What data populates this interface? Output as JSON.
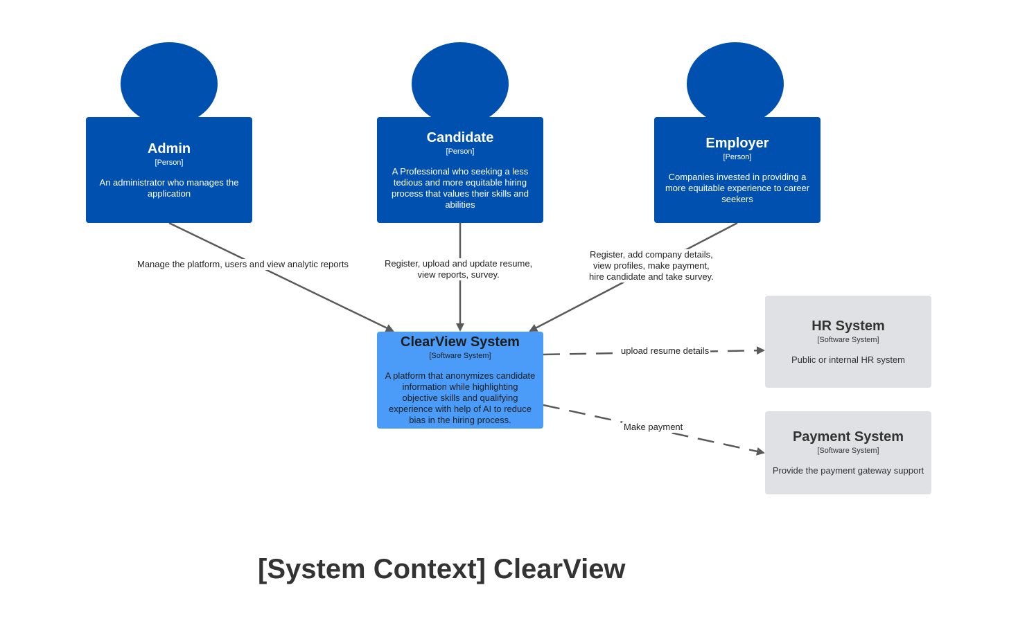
{
  "title": "[System Context] ClearView",
  "people": {
    "admin": {
      "name": "Admin",
      "type": "[Person]",
      "description": "An administrator who manages the application"
    },
    "candidate": {
      "name": "Candidate",
      "type": "[Person]",
      "description": "A Professional who seeking a less tedious and more equitable hiring process that values their skills and abilities"
    },
    "employer": {
      "name": "Employer",
      "type": "[Person]",
      "description": "Companies invested in providing a more equitable experience to career seekers"
    }
  },
  "systems": {
    "clearview": {
      "name": "ClearView  System",
      "type": "[Software System]",
      "description": "A platform that anonymizes candidate information while highlighting objective skills and qualifying experience with help of AI to reduce bias in the hiring process."
    },
    "hr": {
      "name": "HR System",
      "type": "[Software System]",
      "description": "Public or internal HR system"
    },
    "payment": {
      "name": "Payment System",
      "type": "[Software System]",
      "description": "Provide the payment gateway support"
    }
  },
  "relationships": {
    "admin_to_clearview": "Manage the platform, users and view analytic reports",
    "candidate_to_clearview_line1": "Register, upload and update resume,",
    "candidate_to_clearview_line2": "view reports, survey.",
    "employer_to_clearview_line1": "Register, add company details,",
    "employer_to_clearview_line2": "view profiles, make payment,",
    "employer_to_clearview_line3": "hire candidate and take survey.",
    "clearview_to_hr": "upload resume details",
    "clearview_to_payment": "Make payment"
  },
  "colors": {
    "person": "#0050b0",
    "internal_system": "#4a9cf8",
    "external_system": "#dfe1e5",
    "connector": "#5a5a5a"
  }
}
